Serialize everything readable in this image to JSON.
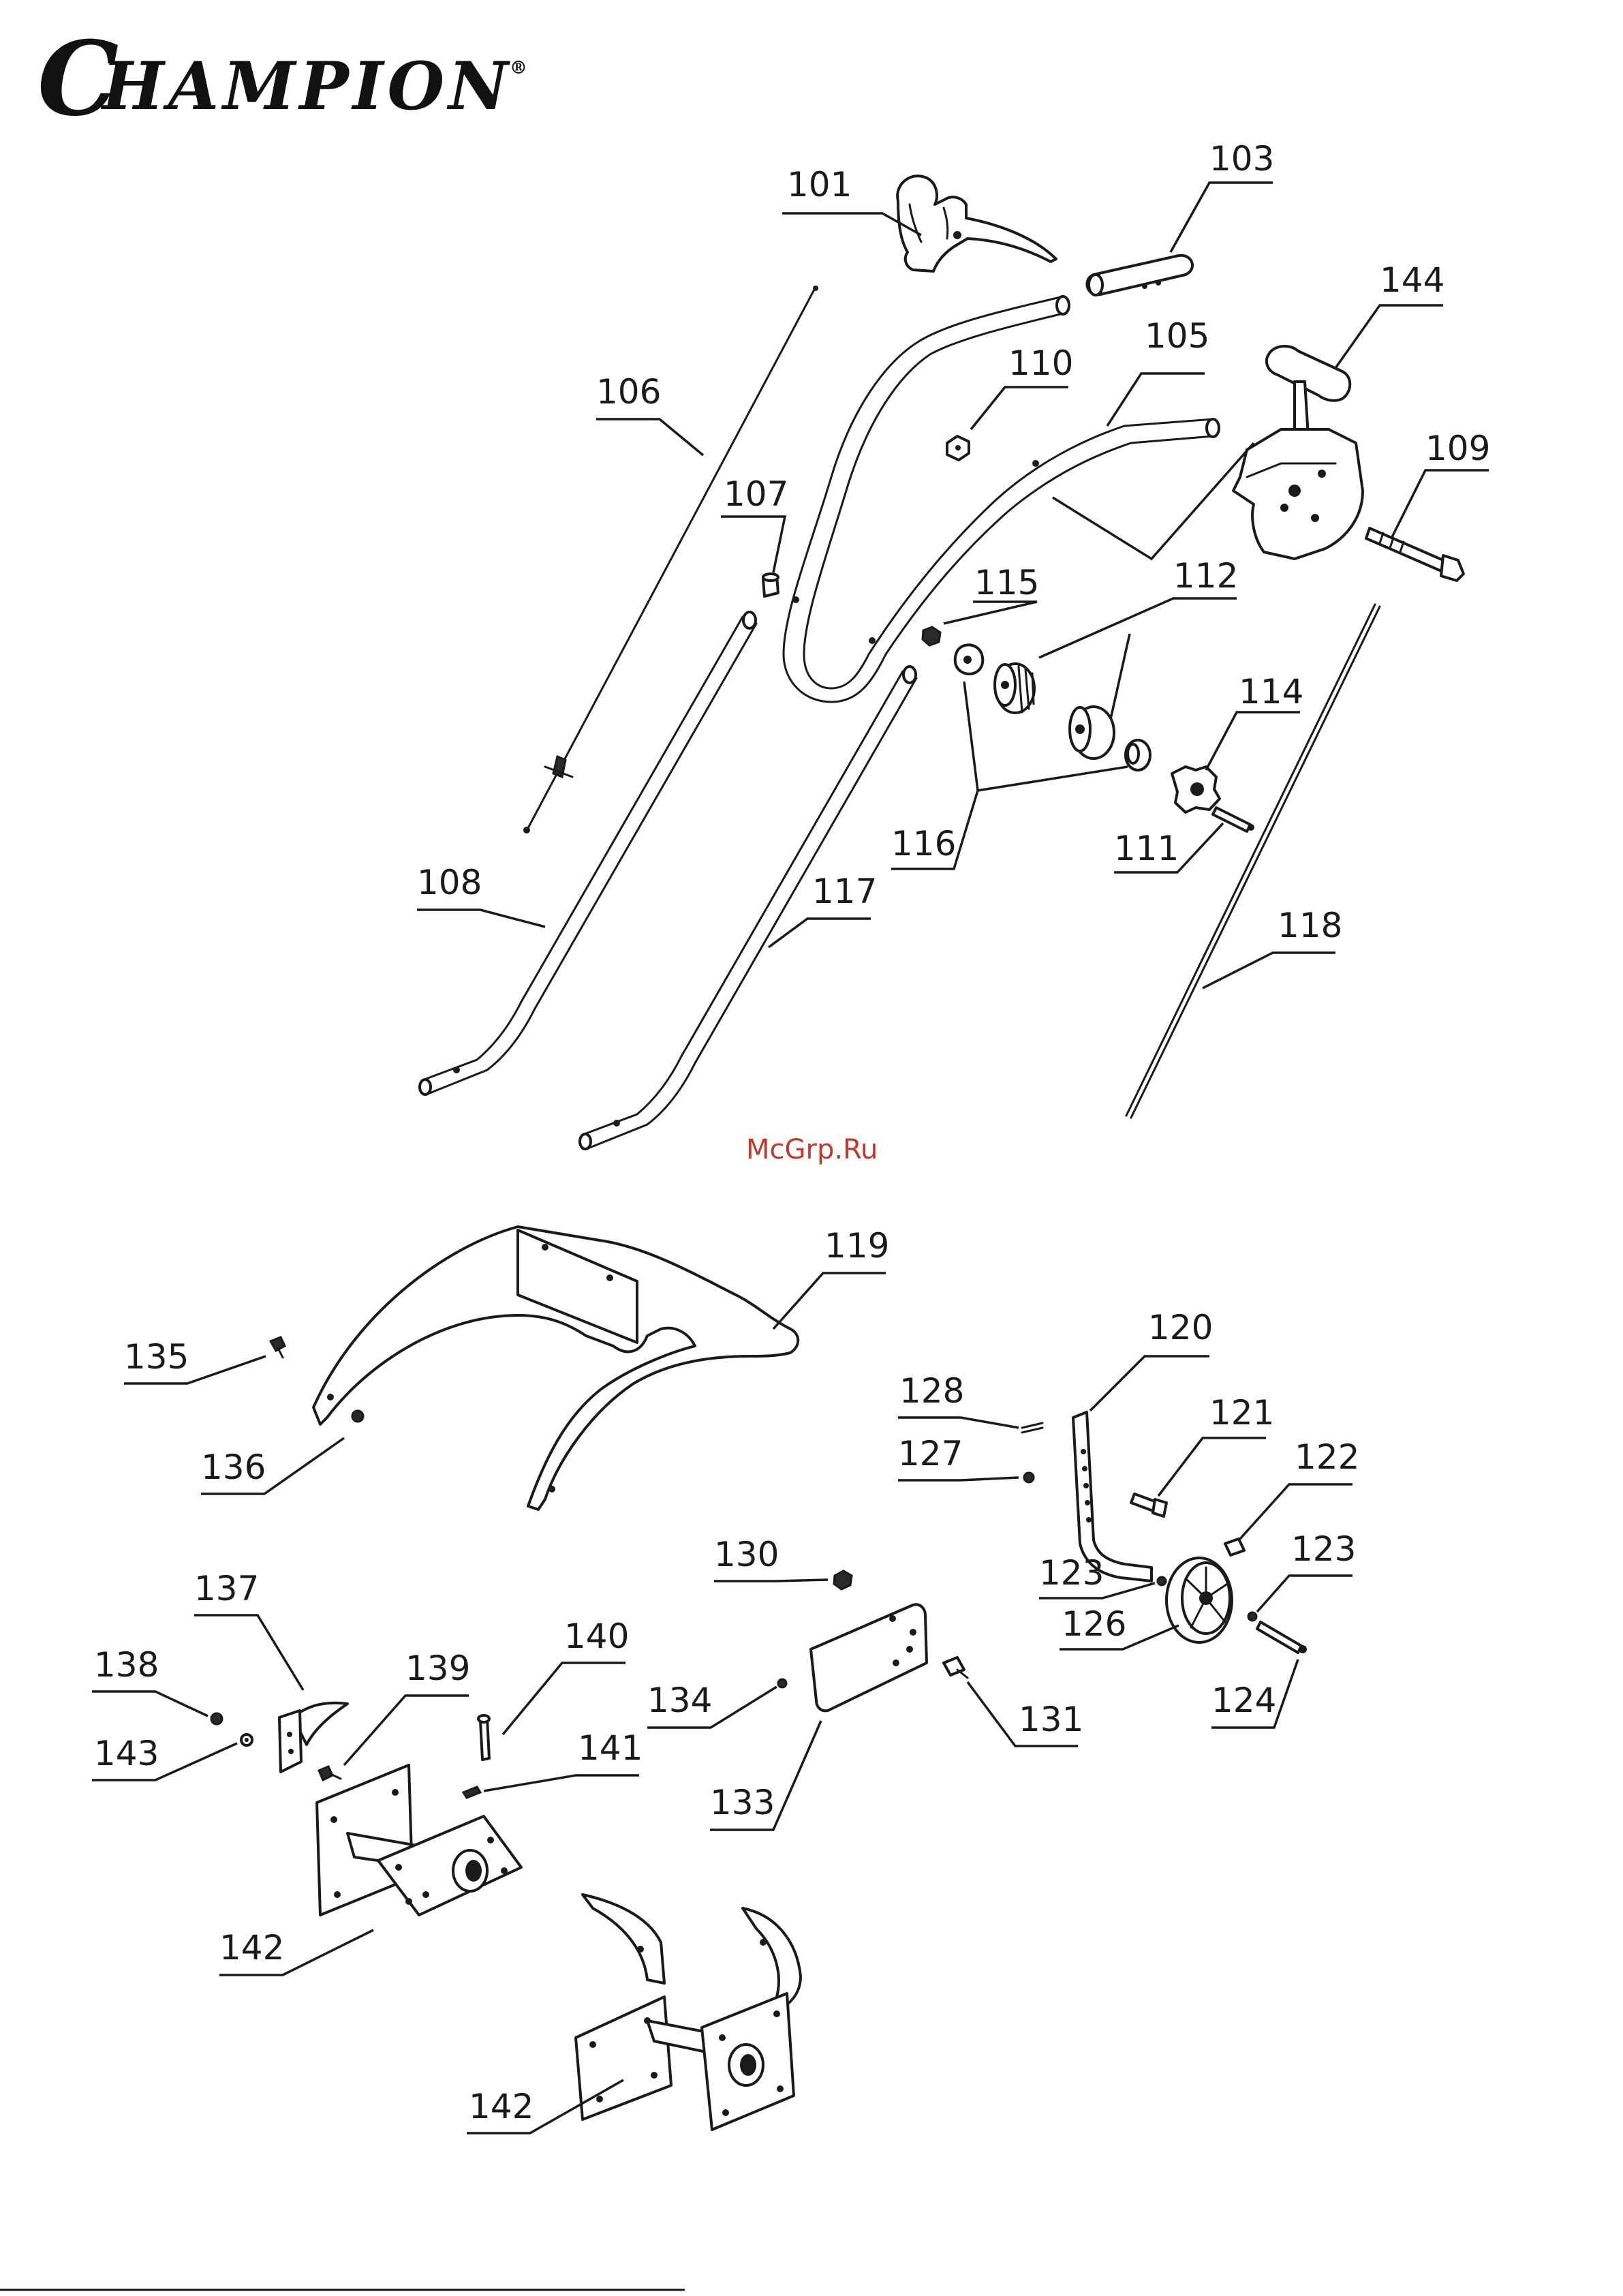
{
  "brand": {
    "name": "CHAMPION",
    "registered_mark": "®"
  },
  "watermark": "McGrp.Ru",
  "colors": {
    "ink": "#1a1a1a",
    "background": "#ffffff",
    "watermark": "#c0392b"
  },
  "callouts": [
    {
      "id": "101",
      "label": "101"
    },
    {
      "id": "103",
      "label": "103"
    },
    {
      "id": "144",
      "label": "144"
    },
    {
      "id": "110",
      "label": "110"
    },
    {
      "id": "105",
      "label": "105"
    },
    {
      "id": "106",
      "label": "106"
    },
    {
      "id": "107",
      "label": "107"
    },
    {
      "id": "109",
      "label": "109"
    },
    {
      "id": "115",
      "label": "115"
    },
    {
      "id": "112",
      "label": "112"
    },
    {
      "id": "114",
      "label": "114"
    },
    {
      "id": "116",
      "label": "116"
    },
    {
      "id": "111",
      "label": "111"
    },
    {
      "id": "108",
      "label": "108"
    },
    {
      "id": "117",
      "label": "117"
    },
    {
      "id": "118",
      "label": "118"
    },
    {
      "id": "119",
      "label": "119"
    },
    {
      "id": "135",
      "label": "135"
    },
    {
      "id": "136",
      "label": "136"
    },
    {
      "id": "120",
      "label": "120"
    },
    {
      "id": "128",
      "label": "128"
    },
    {
      "id": "121",
      "label": "121"
    },
    {
      "id": "127",
      "label": "127"
    },
    {
      "id": "122",
      "label": "122"
    },
    {
      "id": "130",
      "label": "130"
    },
    {
      "id": "123a",
      "label": "123"
    },
    {
      "id": "123b",
      "label": "123"
    },
    {
      "id": "126",
      "label": "126"
    },
    {
      "id": "137",
      "label": "137"
    },
    {
      "id": "124",
      "label": "124"
    },
    {
      "id": "138",
      "label": "138"
    },
    {
      "id": "139",
      "label": "139"
    },
    {
      "id": "140",
      "label": "140"
    },
    {
      "id": "134",
      "label": "134"
    },
    {
      "id": "131",
      "label": "131"
    },
    {
      "id": "143",
      "label": "143"
    },
    {
      "id": "141",
      "label": "141"
    },
    {
      "id": "133",
      "label": "133"
    },
    {
      "id": "142a",
      "label": "142"
    },
    {
      "id": "142b",
      "label": "142"
    }
  ]
}
